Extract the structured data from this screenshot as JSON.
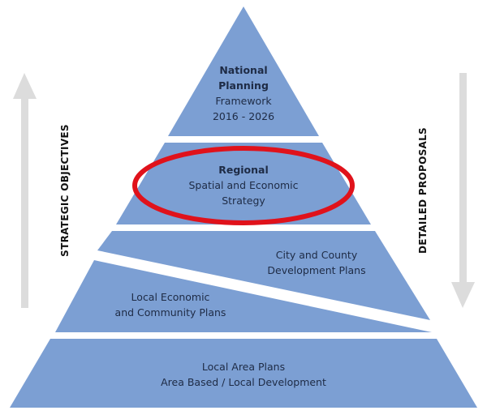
{
  "colors": {
    "tier_fill": "#7c9fd3",
    "highlight": "#e0121b",
    "arrow": "#dcdcdc",
    "text": "#1e2b45"
  },
  "side_labels": {
    "left": "STRATEGIC OBJECTIVES",
    "right": "DETAILED PROPOSALS"
  },
  "tiers": [
    {
      "title": "National",
      "lines": [
        "Planning",
        "Framework",
        "2016 - 2026"
      ]
    },
    {
      "title": "Regional",
      "lines": [
        "Spatial and Economic",
        "Strategy"
      ],
      "highlighted": true
    },
    {
      "lines": [
        "City and County",
        "Development Plans"
      ]
    },
    {
      "lines": [
        "Local Economic",
        "and Community Plans"
      ]
    },
    {
      "lines": [
        "Local Area Plans",
        "Area Based / Local Development"
      ]
    }
  ]
}
